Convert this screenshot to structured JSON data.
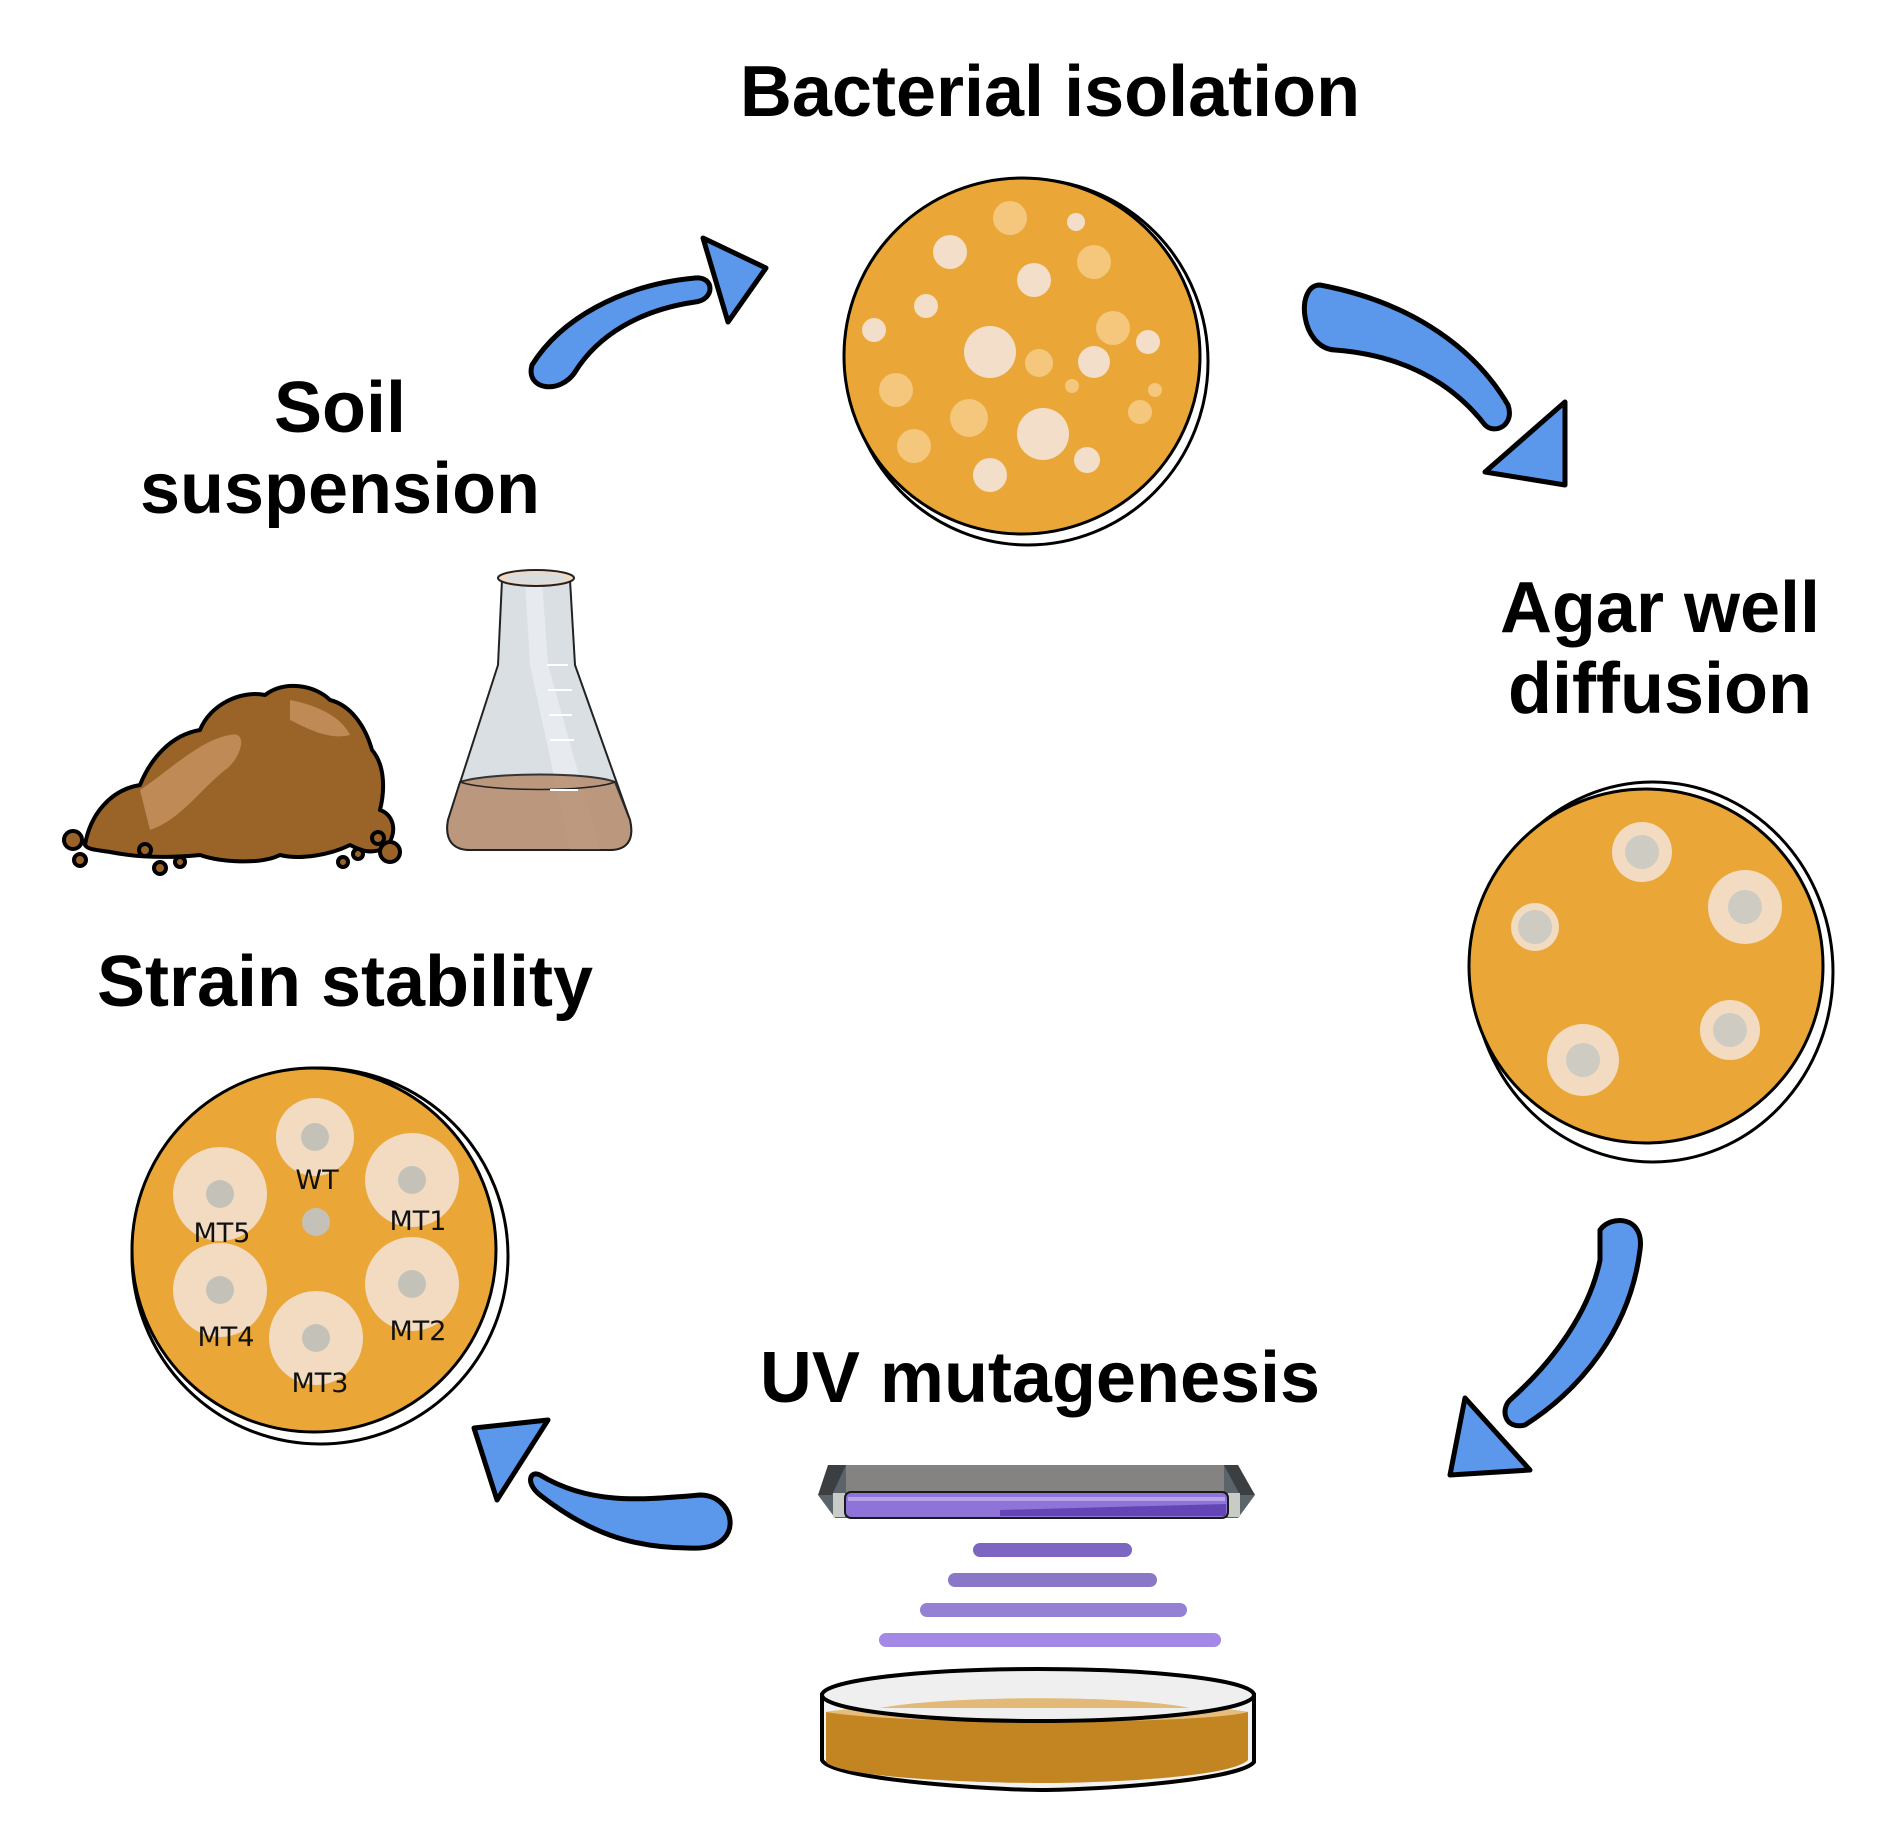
{
  "diagram": {
    "type": "cyclic-workflow",
    "steps": [
      {
        "id": "bacterial-isolation",
        "label": "Bacterial isolation",
        "illustration": "agar-plate-with-colonies"
      },
      {
        "id": "agar-well-diffusion",
        "label_lines": [
          "Agar well",
          "diffusion"
        ],
        "illustration": "agar-plate-with-inhibition-zones"
      },
      {
        "id": "uv-mutagenesis",
        "label": "UV mutagenesis",
        "illustration": "uv-lamp-over-petri-dish"
      },
      {
        "id": "strain-stability",
        "label": "Strain stability",
        "illustration": "labeled-agar-plate"
      },
      {
        "id": "soil-suspension",
        "label_lines": [
          "Soil",
          "suspension"
        ],
        "illustration": "soil-pile-and-flask"
      }
    ],
    "flow": [
      {
        "from": "soil-suspension",
        "to": "bacterial-isolation"
      },
      {
        "from": "bacterial-isolation",
        "to": "agar-well-diffusion"
      },
      {
        "from": "agar-well-diffusion",
        "to": "uv-mutagenesis"
      },
      {
        "from": "uv-mutagenesis",
        "to": "strain-stability"
      }
    ],
    "strain_plate_wells": [
      "WT",
      "MT1",
      "MT2",
      "MT3",
      "MT4",
      "MT5"
    ],
    "icons": {
      "arrow": "curved-arrow-icon",
      "colony_plate": "petri-dish-colonies-icon",
      "diffusion_plate": "petri-dish-wells-icon",
      "uv_lamp": "uv-lamp-icon",
      "petri_dish": "petri-dish-side-icon",
      "soil": "soil-pile-icon",
      "flask": "erlenmeyer-flask-icon"
    },
    "colors": {
      "arrow_fill": "#5b97ea",
      "agar": "#eaa737",
      "zone": "#f2dbc0",
      "well": "#c4c2b8",
      "uv_light": "#8a6fd0",
      "soil": "#9a6428",
      "suspension": "#b38f70"
    }
  }
}
